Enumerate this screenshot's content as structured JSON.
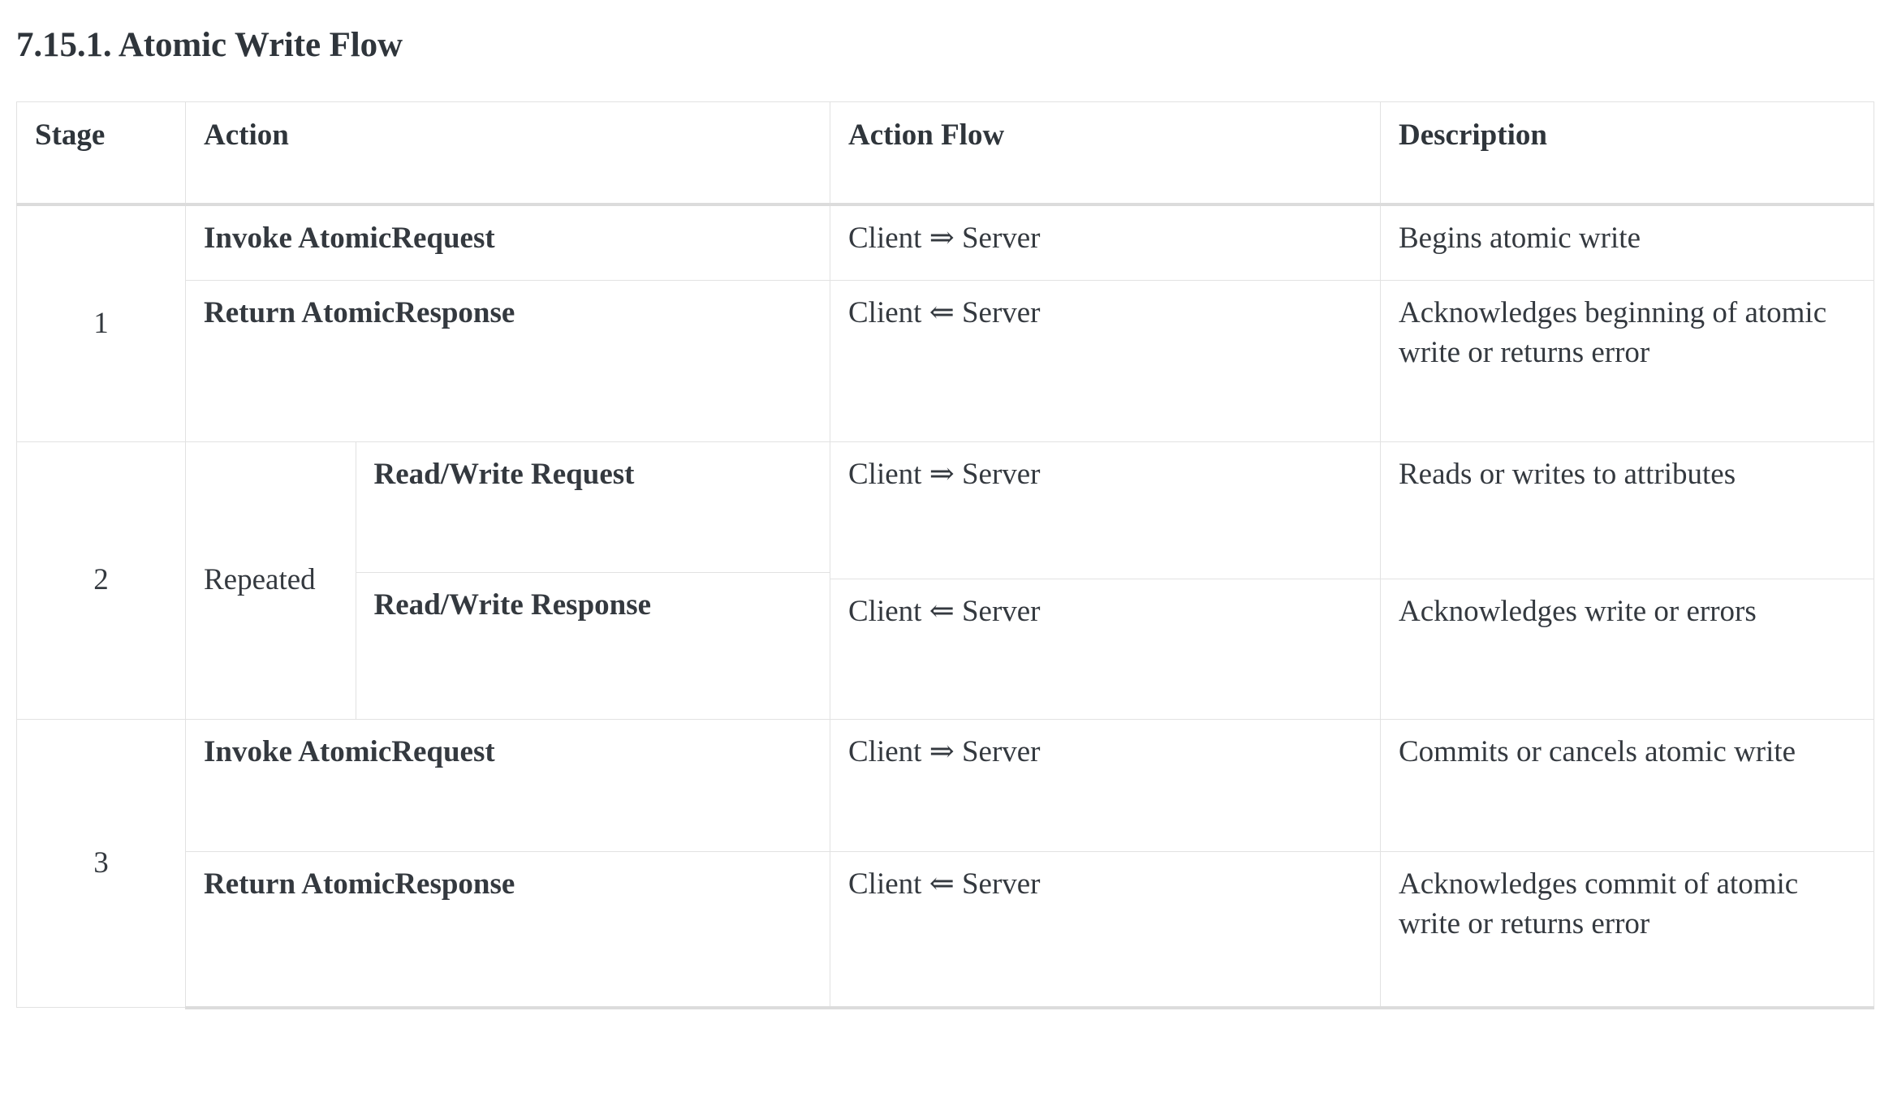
{
  "heading": "7.15.1. Atomic Write Flow",
  "colors": {
    "text": "#34393f",
    "heading": "#2f353b",
    "border": "#e2e2e2",
    "rule": "#dcdcdc",
    "background": "#ffffff"
  },
  "table": {
    "headers": {
      "stage": "Stage",
      "action": "Action",
      "action_flow": "Action Flow",
      "description": "Description"
    },
    "arrows": {
      "to_server": "⇒",
      "to_client": "⇐"
    },
    "stages": [
      {
        "stage": "1",
        "nested": false,
        "rows": [
          {
            "action": "Invoke AtomicRequest",
            "action_flow": "Client ⇒ Server",
            "description": "Begins atomic write"
          },
          {
            "action": "Return AtomicResponse",
            "action_flow": "Client ⇐ Server",
            "description": "Acknowledges beginning of atomic write or returns error"
          }
        ]
      },
      {
        "stage": "2",
        "nested": true,
        "nested_label": "Repeated",
        "rows": [
          {
            "action": "Read/Write Request",
            "action_flow": "Client ⇒ Server",
            "description": "Reads or writes to attrib­utes"
          },
          {
            "action": "Read/Write Response",
            "action_flow": "Client ⇐ Server",
            "description": "Acknowledges write or errors"
          }
        ]
      },
      {
        "stage": "3",
        "nested": false,
        "rows": [
          {
            "action": "Invoke AtomicRequest",
            "action_flow": "Client ⇒ Server",
            "description": "Commits or cancels atomic write"
          },
          {
            "action": "Return AtomicResponse",
            "action_flow": "Client ⇐ Server",
            "description": "Acknowledges commit of atomic write or returns error"
          }
        ]
      }
    ]
  }
}
